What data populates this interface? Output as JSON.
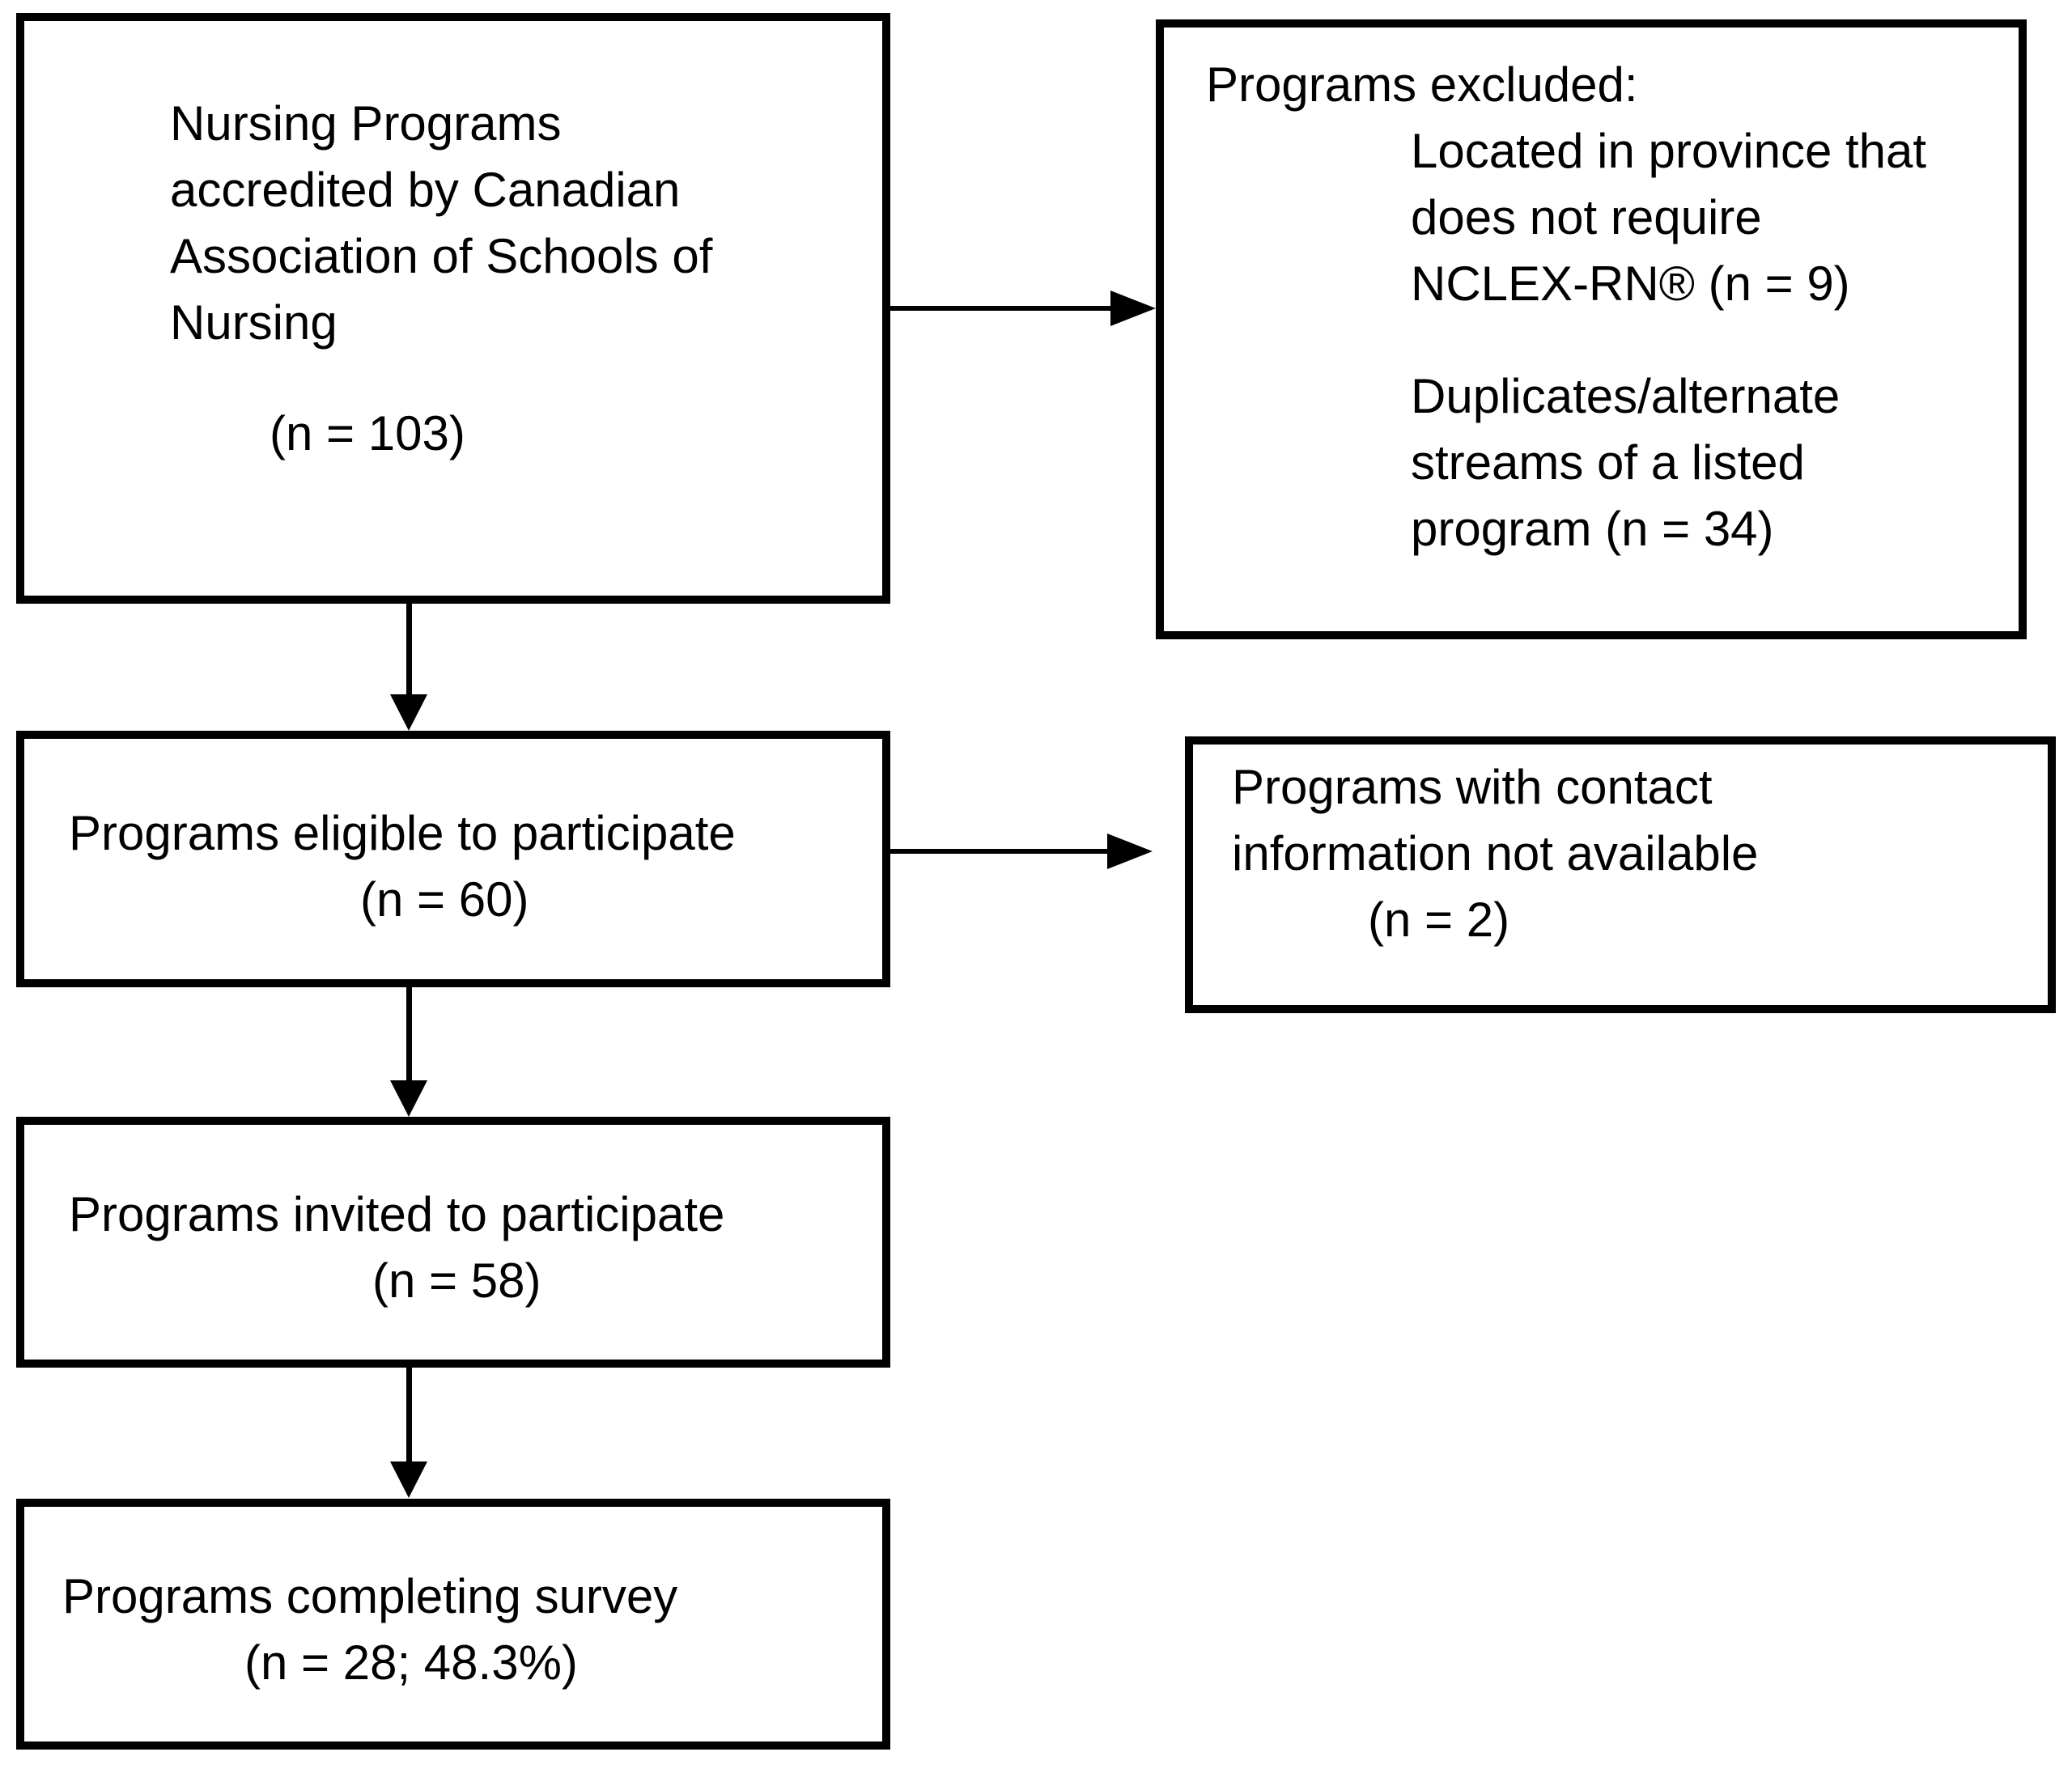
{
  "diagram": {
    "colors": {
      "background": "#ffffff",
      "line": "#000000",
      "text": "#000000"
    },
    "boxes": {
      "accredited": {
        "lines": [
          "Nursing Programs",
          "accredited by Canadian",
          "Association of Schools of",
          "Nursing"
        ],
        "count": "(n = 103)"
      },
      "excluded": {
        "title": "Programs excluded:",
        "reason1": [
          "Located in province that",
          "does not require",
          "NCLEX-RN® (n = 9)"
        ],
        "reason2": [
          "Duplicates/alternate",
          "streams of a listed",
          "program (n = 34)"
        ]
      },
      "eligible": {
        "line": "Programs eligible to participate",
        "count": "(n = 60)"
      },
      "contact_unavailable": {
        "lines": [
          "Programs with contact",
          "information not available"
        ],
        "count": "(n = 2)"
      },
      "invited": {
        "line": "Programs invited to participate",
        "count": "(n = 58)"
      },
      "completed": {
        "line": "Programs completing survey",
        "count": "(n = 28; 48.3%)"
      }
    }
  }
}
